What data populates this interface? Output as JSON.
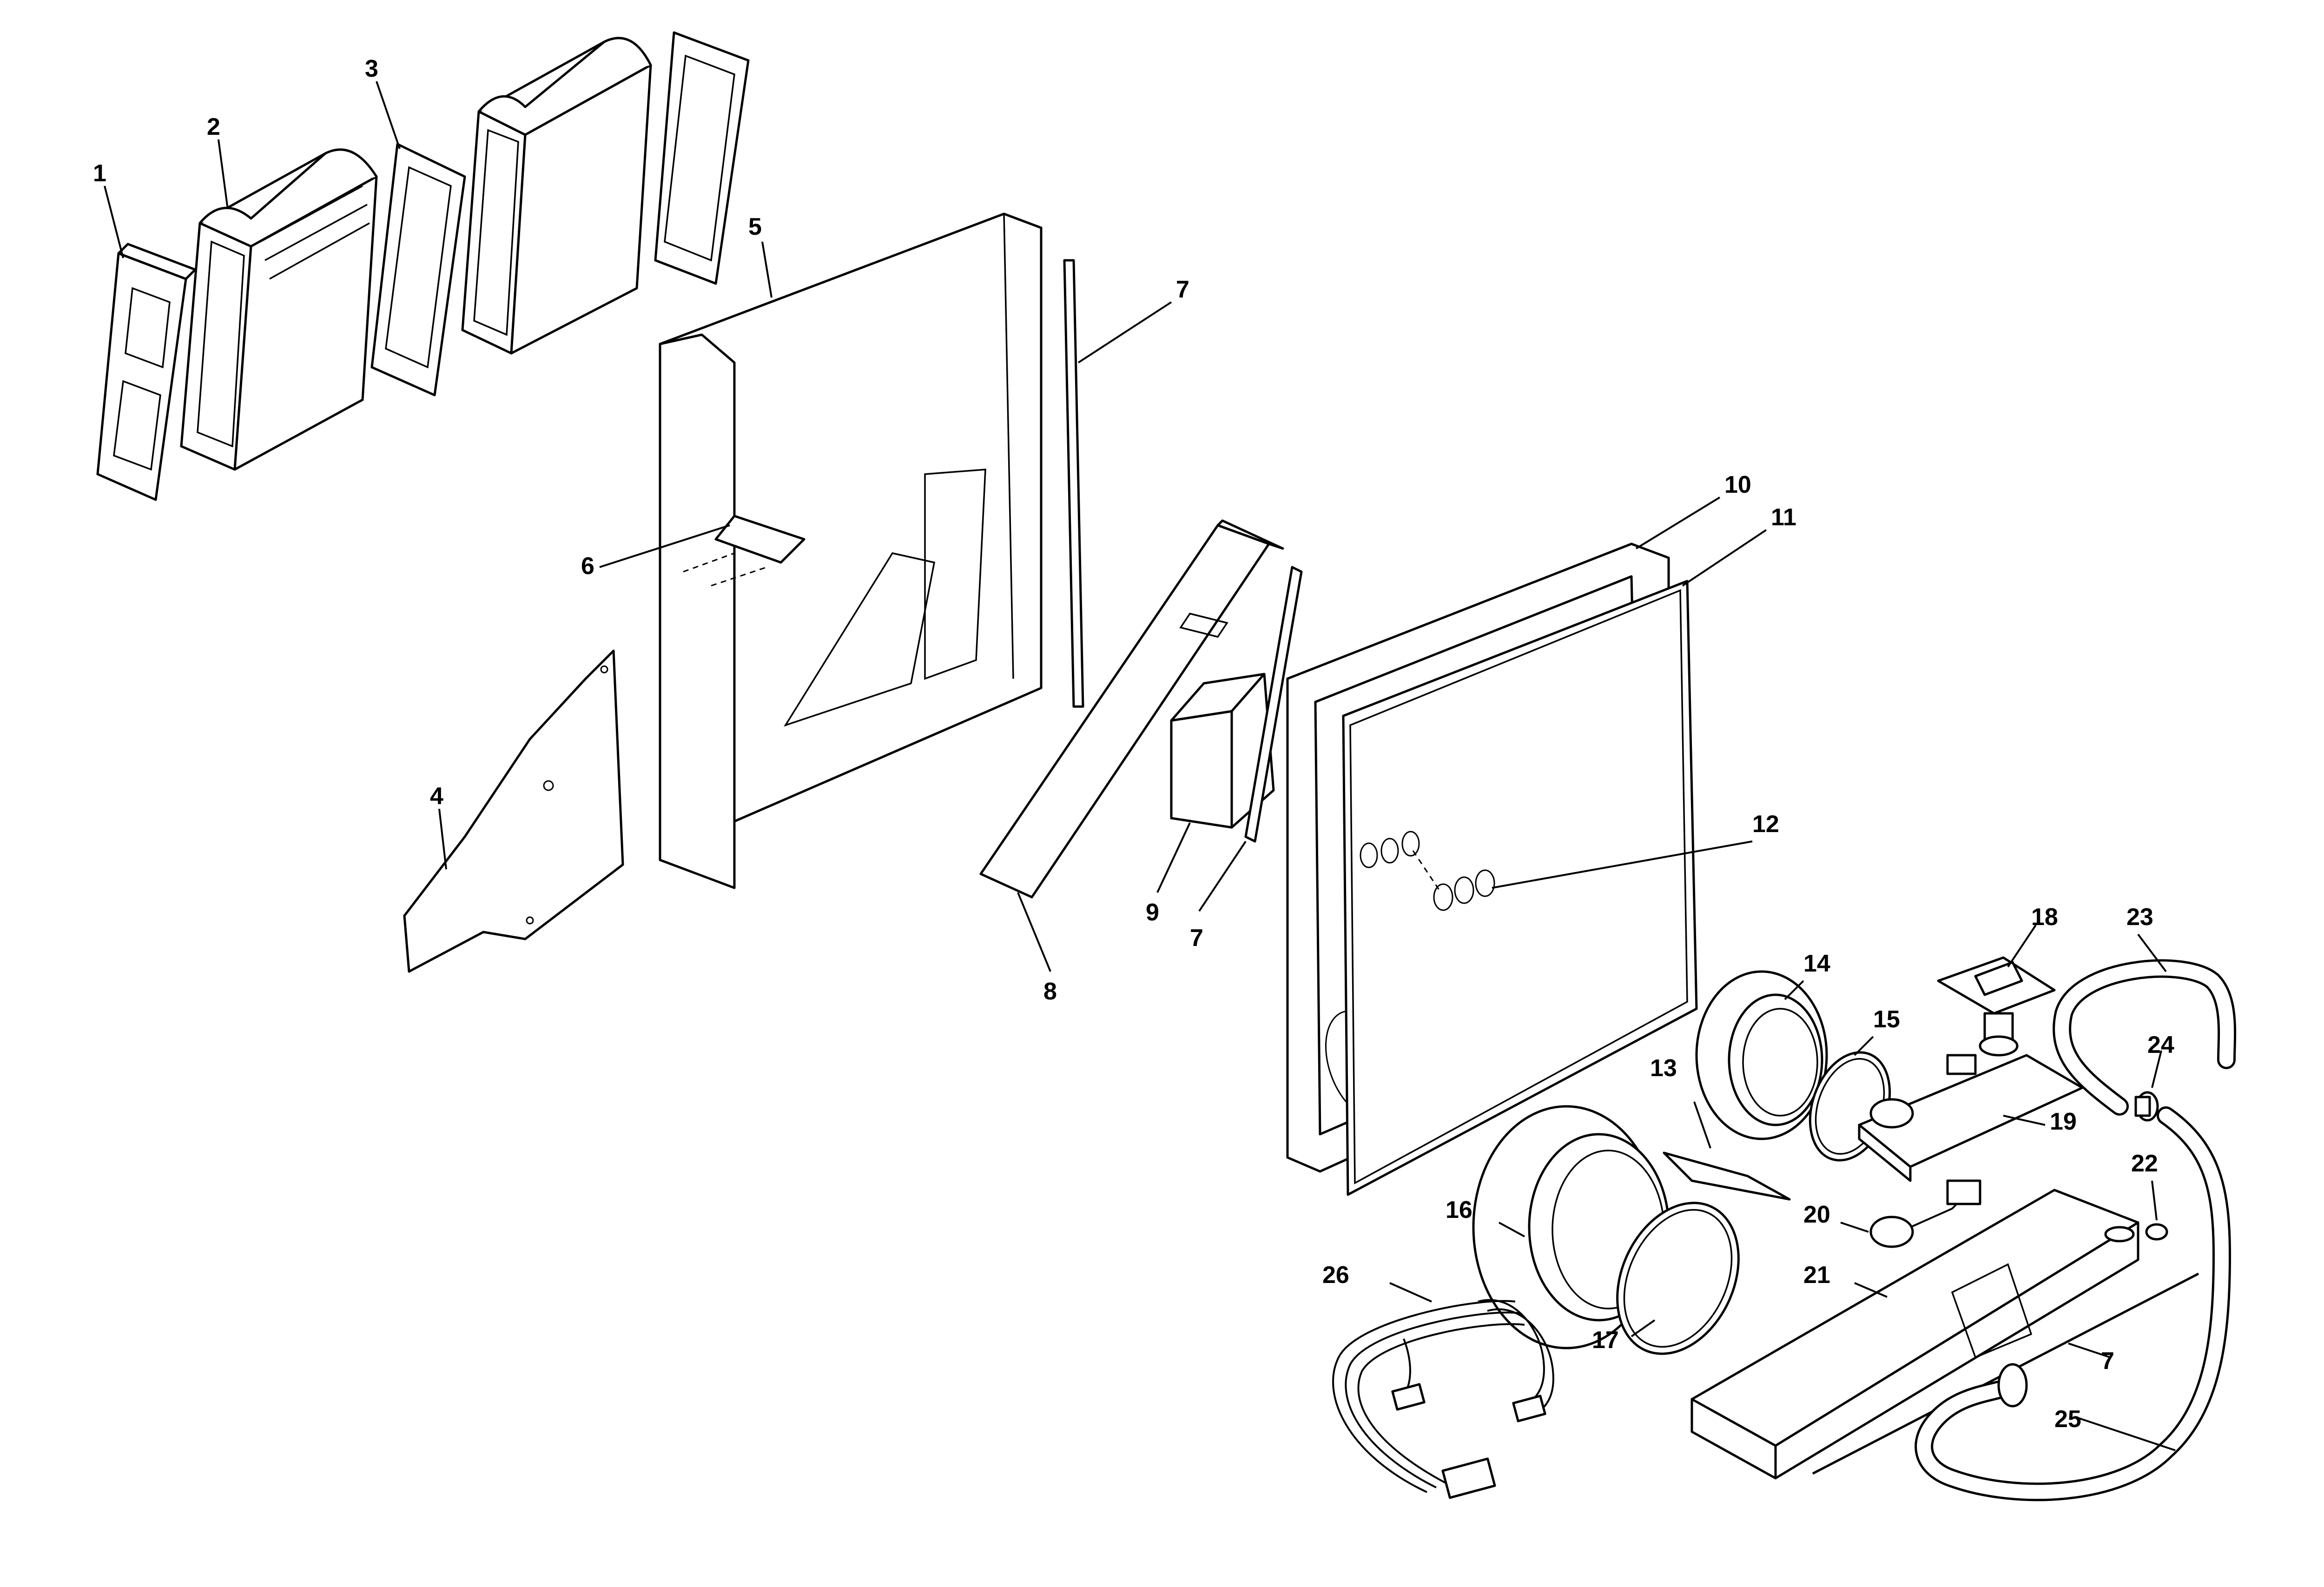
{
  "diagram": {
    "callouts": [
      {
        "id": "c1",
        "label": "1"
      },
      {
        "id": "c2",
        "label": "2"
      },
      {
        "id": "c3",
        "label": "3"
      },
      {
        "id": "c4",
        "label": "4"
      },
      {
        "id": "c5",
        "label": "5"
      },
      {
        "id": "c6",
        "label": "6"
      },
      {
        "id": "c7a",
        "label": "7"
      },
      {
        "id": "c7b",
        "label": "7"
      },
      {
        "id": "c7c",
        "label": "7"
      },
      {
        "id": "c8",
        "label": "8"
      },
      {
        "id": "c9",
        "label": "9"
      },
      {
        "id": "c10",
        "label": "10"
      },
      {
        "id": "c11",
        "label": "11"
      },
      {
        "id": "c12",
        "label": "12"
      },
      {
        "id": "c13",
        "label": "13"
      },
      {
        "id": "c14",
        "label": "14"
      },
      {
        "id": "c15",
        "label": "15"
      },
      {
        "id": "c16",
        "label": "16"
      },
      {
        "id": "c17",
        "label": "17"
      },
      {
        "id": "c18",
        "label": "18"
      },
      {
        "id": "c19",
        "label": "19"
      },
      {
        "id": "c20",
        "label": "20"
      },
      {
        "id": "c21",
        "label": "21"
      },
      {
        "id": "c22",
        "label": "22"
      },
      {
        "id": "c23",
        "label": "23"
      },
      {
        "id": "c24",
        "label": "24"
      },
      {
        "id": "c25",
        "label": "25"
      },
      {
        "id": "c26",
        "label": "26"
      }
    ]
  }
}
